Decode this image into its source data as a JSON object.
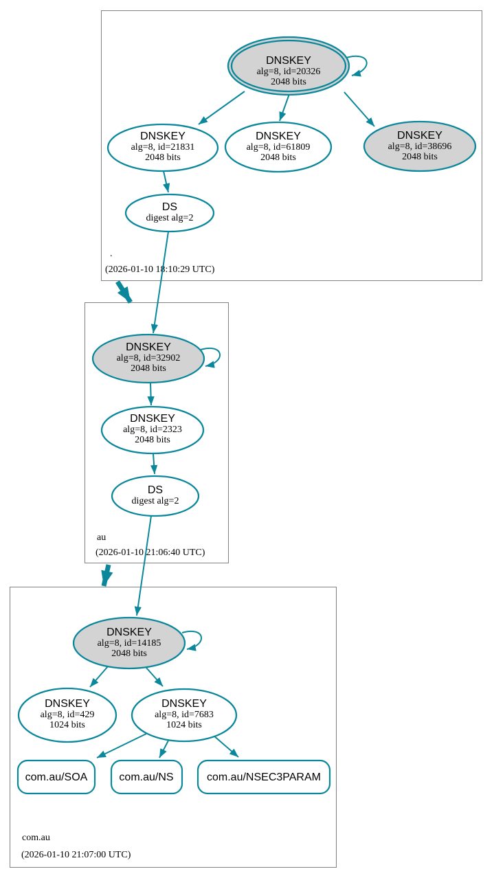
{
  "colors": {
    "accent": "#0a879a",
    "ksk_fill": "#d3d3d3",
    "node_fill": "#ffffff",
    "border": "#7f7f7f",
    "text": "#000000"
  },
  "zones": [
    {
      "label": ".",
      "timestamp": "(2026-01-10 18:10:29 UTC)",
      "nodes": {
        "ksk": {
          "title": "DNSKEY",
          "detail": "alg=8, id=20326",
          "bits": "2048 bits"
        },
        "zsk_left": {
          "title": "DNSKEY",
          "detail": "alg=8, id=21831",
          "bits": "2048 bits"
        },
        "zsk_mid": {
          "title": "DNSKEY",
          "detail": "alg=8, id=61809",
          "bits": "2048 bits"
        },
        "ksk2": {
          "title": "DNSKEY",
          "detail": "alg=8, id=38696",
          "bits": "2048 bits"
        },
        "ds": {
          "title": "DS",
          "detail": "digest alg=2"
        }
      }
    },
    {
      "label": "au",
      "timestamp": "(2026-01-10 21:06:40 UTC)",
      "nodes": {
        "ksk": {
          "title": "DNSKEY",
          "detail": "alg=8, id=32902",
          "bits": "2048 bits"
        },
        "zsk": {
          "title": "DNSKEY",
          "detail": "alg=8, id=2323",
          "bits": "2048 bits"
        },
        "ds": {
          "title": "DS",
          "detail": "digest alg=2"
        }
      }
    },
    {
      "label": "com.au",
      "timestamp": "(2026-01-10 21:07:00 UTC)",
      "nodes": {
        "ksk": {
          "title": "DNSKEY",
          "detail": "alg=8, id=14185",
          "bits": "2048 bits"
        },
        "zsk_left": {
          "title": "DNSKEY",
          "detail": "alg=8, id=429",
          "bits": "1024 bits"
        },
        "zsk_right": {
          "title": "DNSKEY",
          "detail": "alg=8, id=7683",
          "bits": "1024 bits"
        },
        "rrset_soa": {
          "label": "com.au/SOA"
        },
        "rrset_ns": {
          "label": "com.au/NS"
        },
        "rrset_nsec3param": {
          "label": "com.au/NSEC3PARAM"
        }
      }
    }
  ]
}
